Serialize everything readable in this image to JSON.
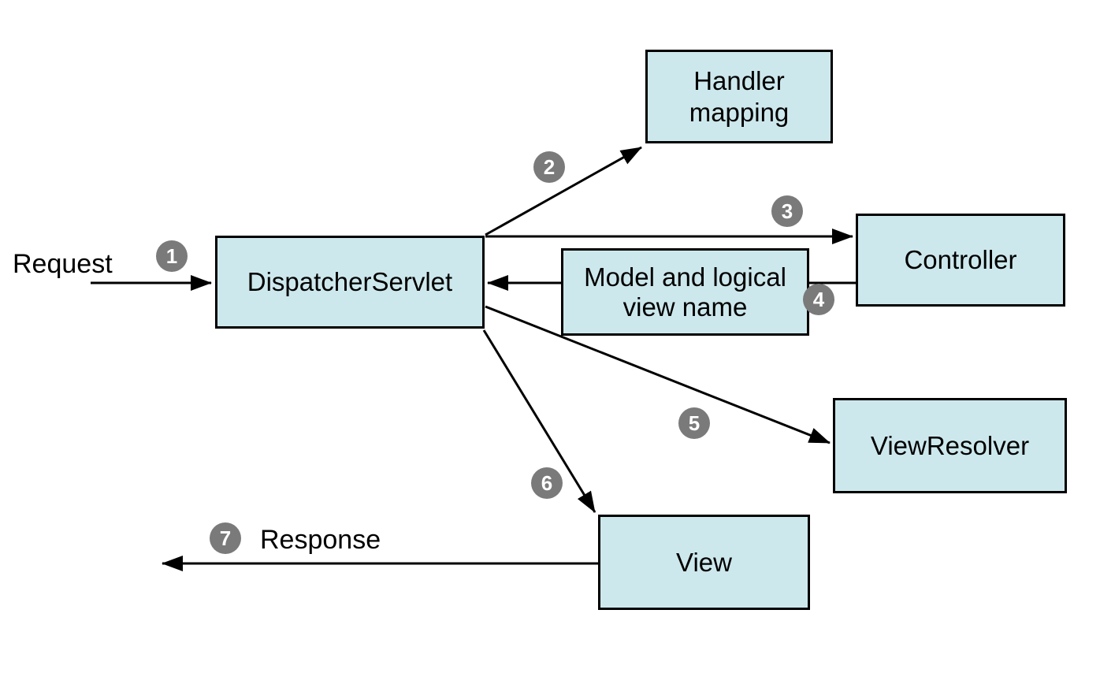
{
  "colors": {
    "background": "#ffffff",
    "box_fill": "#cde8ec",
    "box_border": "#000000",
    "badge_bg": "#7a7a7a",
    "badge_text": "#ffffff",
    "arrow": "#000000",
    "label_text": "#000000"
  },
  "flow_labels": {
    "request": "Request",
    "response": "Response"
  },
  "nodes": {
    "dispatcher": {
      "lines": [
        "DispatcherServlet"
      ]
    },
    "handler_mapping": {
      "lines": [
        "Handler",
        "mapping"
      ]
    },
    "controller": {
      "lines": [
        "Controller"
      ]
    },
    "model": {
      "lines": [
        "Model and logical",
        "view name"
      ]
    },
    "view_resolver": {
      "lines": [
        "ViewResolver"
      ]
    },
    "view": {
      "lines": [
        "View"
      ]
    }
  },
  "steps": [
    "1",
    "2",
    "3",
    "4",
    "5",
    "6",
    "7"
  ]
}
